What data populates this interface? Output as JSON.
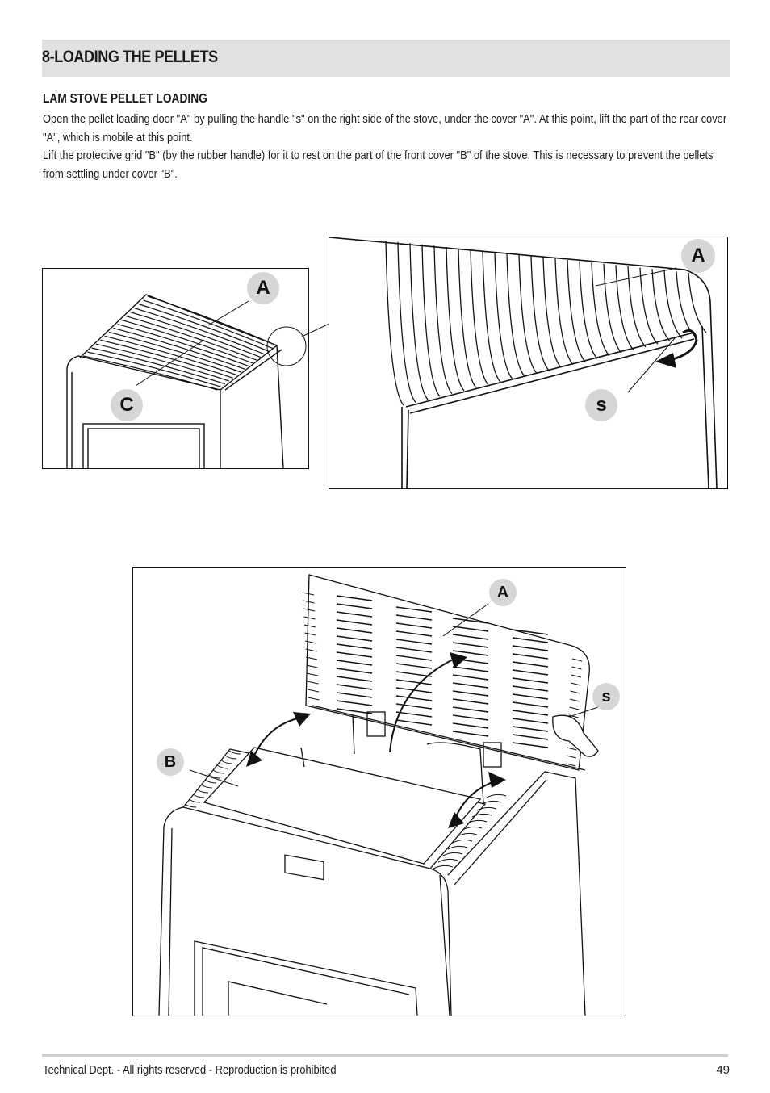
{
  "section": {
    "title": "8-LOADING THE PELLETS"
  },
  "content": {
    "subheading": "LAM STOVE PELLET LOADING",
    "paragraph1": "Open the pellet loading door \"A\" by pulling the handle \"s\" on the right side of the stove, under the cover \"A\". At this point, lift the part of the rear cover \"A\", which is mobile at this point.",
    "paragraph2": "Lift the protective grid \"B\" (by the rubber handle) for it to rest on the part of the front cover \"B\" of the stove. This is necessary to prevent the pellets from settling under cover \"B\"."
  },
  "figure1": {
    "labels": {
      "a": "A",
      "c": "C"
    }
  },
  "figure2": {
    "labels": {
      "a": "A",
      "s": "s"
    }
  },
  "figure3": {
    "labels": {
      "a": "A",
      "s": "s",
      "b": "B"
    }
  },
  "footer": {
    "text": "Technical Dept. - All rights reserved - Reproduction is prohibited",
    "page_number": "49"
  },
  "colors": {
    "header_bar": "#e1e1e1",
    "callout": "#d6d6d6",
    "footer_rule": "#cfcfcf"
  }
}
